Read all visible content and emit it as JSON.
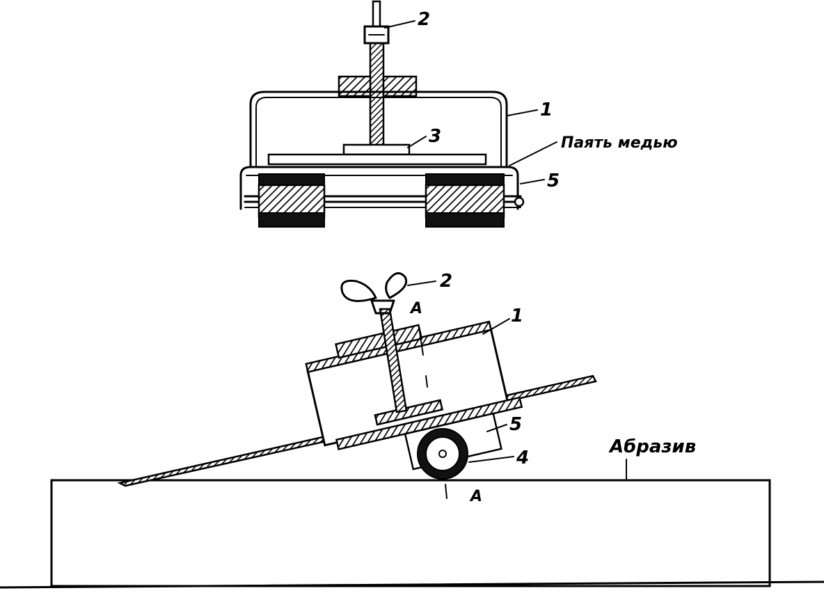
{
  "top_view": {
    "labels": {
      "frame": "1",
      "screw": "2",
      "pad": "3",
      "axle": "5",
      "braze_note": "Паять медью"
    }
  },
  "side_view": {
    "labels": {
      "frame": "1",
      "wing_screw": "2",
      "wheel": "4",
      "axle": "5",
      "section_top": "A",
      "section_bottom": "A",
      "abrasive": "Абразив"
    }
  }
}
